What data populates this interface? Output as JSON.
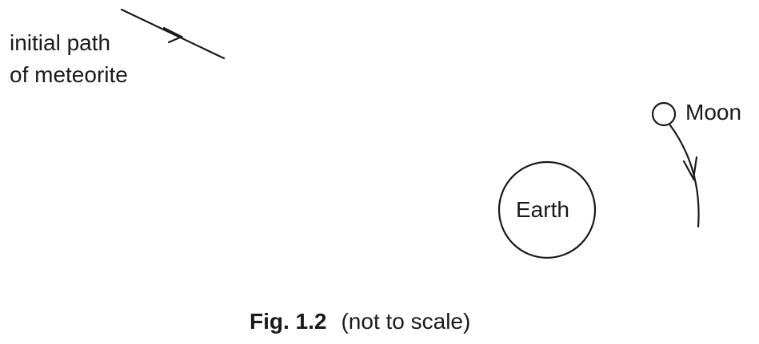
{
  "diagram": {
    "meteorite_label_line1": "initial path",
    "meteorite_label_line2": "of meteorite",
    "moon_label": "Moon",
    "earth_label": "Earth"
  },
  "caption": {
    "figure_number": "Fig. 1.2",
    "note": "(not to scale)"
  },
  "colors": {
    "ink": "#1a1a1a",
    "background": "#ffffff"
  }
}
